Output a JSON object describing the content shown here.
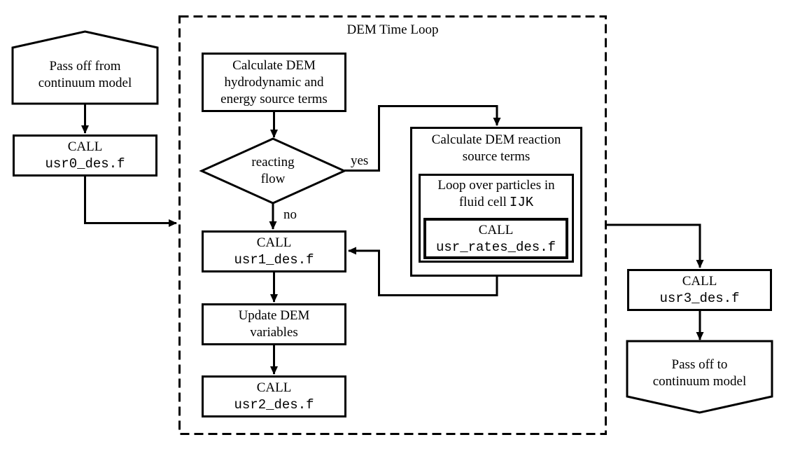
{
  "title": "DEM Time Loop",
  "colors": {
    "ink": "#000000",
    "paper": "#ffffff"
  },
  "edge_labels": {
    "yes": "yes",
    "no": "no"
  },
  "nodes": {
    "pass_from": {
      "label": "Pass off from\ncontinuum model"
    },
    "usr0": {
      "call": "CALL",
      "code": "usr0_des.f"
    },
    "calc_hydro": {
      "label": "Calculate DEM\nhydrodynamic and\nenergy source terms"
    },
    "decision": {
      "label": "reacting\nflow"
    },
    "calc_reaction": {
      "label": "Calculate DEM reaction\nsource terms"
    },
    "loop_particles": {
      "line1": "Loop over particles in",
      "line2_text": "fluid cell",
      "line2_code": "IJK"
    },
    "usr_rates": {
      "call": "CALL",
      "code": "usr_rates_des.f"
    },
    "usr1": {
      "call": "CALL",
      "code": "usr1_des.f"
    },
    "update_dem": {
      "label": "Update DEM\nvariables"
    },
    "usr2": {
      "call": "CALL",
      "code": "usr2_des.f"
    },
    "usr3": {
      "call": "CALL",
      "code": "usr3_des.f"
    },
    "pass_to": {
      "label": "Pass off to\ncontinuum model"
    }
  }
}
